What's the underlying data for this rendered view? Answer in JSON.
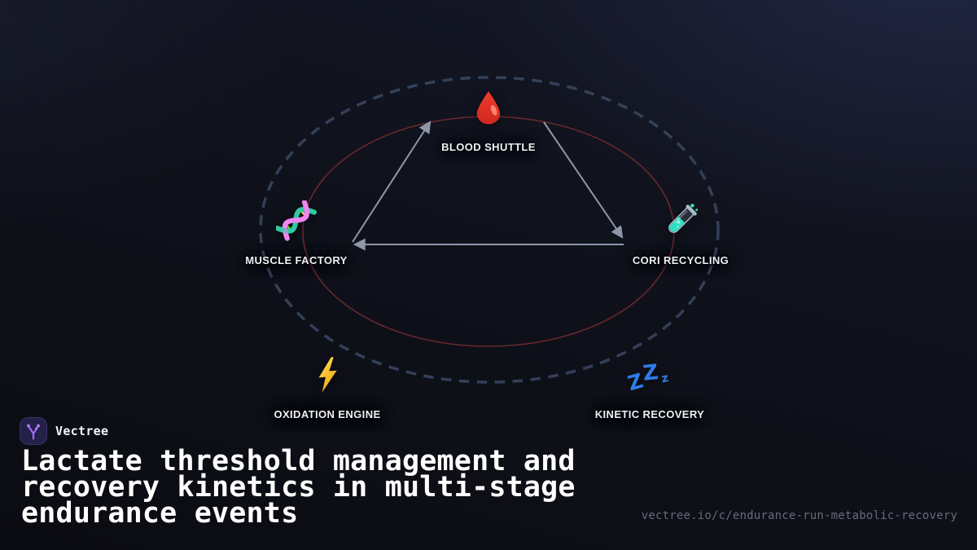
{
  "brand": {
    "name": "Vectree"
  },
  "title": {
    "lines": [
      "Lactate threshold management and",
      "recovery kinetics in multi-stage",
      "endurance events"
    ]
  },
  "footer": {
    "url": "vectree.io/c/endurance-run-metabolic-recovery"
  },
  "diagram": {
    "nodes": [
      {
        "id": "blood-shuttle",
        "label": "BLOOD SHUTTLE",
        "icon": "blood-drop-icon"
      },
      {
        "id": "muscle-factory",
        "label": "MUSCLE FACTORY",
        "icon": "dna-icon"
      },
      {
        "id": "cori-recycling",
        "label": "CORI RECYCLING",
        "icon": "test-tube-icon"
      },
      {
        "id": "oxidation-engine",
        "label": "OXIDATION ENGINE",
        "icon": "lightning-bolt-icon"
      },
      {
        "id": "kinetic-recovery",
        "label": "KINETIC RECOVERY",
        "icon": "zzz-icon"
      }
    ]
  },
  "colors": {
    "dashed_orbit": "#36435c",
    "inner_orbit": "#6b2a2d",
    "arrow": "#8d97a9",
    "brand_purple": "#a06df5",
    "url_gray": "#666c7a",
    "blood_red": "#e2342c",
    "dna_teal": "#30c9a2",
    "dna_pink": "#ef86f0",
    "tube_teal": "#2ee0bf",
    "bolt_yellow": "#ffd93b",
    "zzz_blue": "#2f7ce8"
  }
}
